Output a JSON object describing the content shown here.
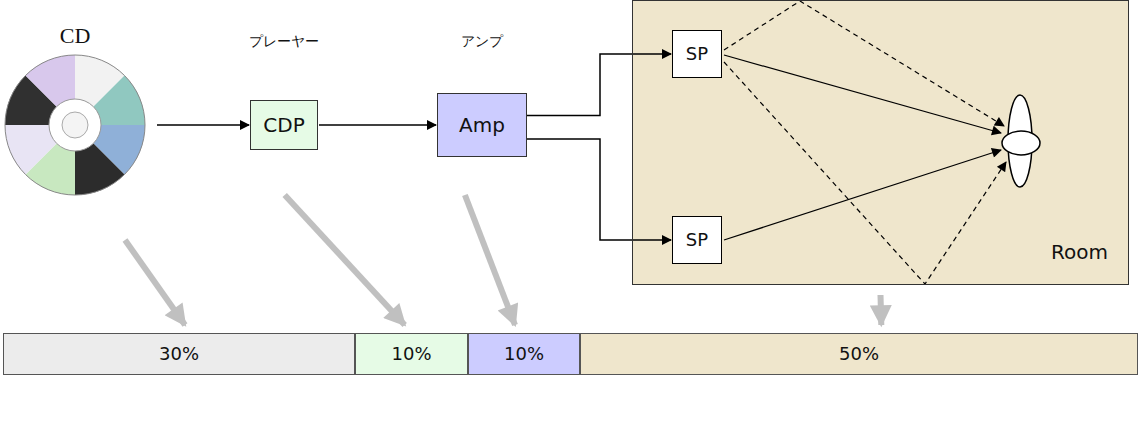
{
  "diagram": {
    "nodes": [
      {
        "text": [
          "CD"
        ]
      },
      {
        "text": [
          "プレーヤー",
          "CDP"
        ]
      },
      {
        "text": [
          "アンプ",
          "Amp"
        ]
      },
      {
        "text": [
          "Room"
        ]
      },
      {
        "text": [
          "SP"
        ],
        "in": 3
      },
      {
        "text": [
          "SP"
        ],
        "in": 3
      },
      {
        "text": [
          "30%"
        ]
      },
      {
        "text": [
          "10%"
        ]
      },
      {
        "text": [
          "10%"
        ]
      },
      {
        "text": [
          "50%"
        ]
      }
    ],
    "edges": [
      {
        "from": 0,
        "to": 1,
        "arrow": "to"
      },
      {
        "from": 1,
        "to": 2,
        "arrow": "to"
      },
      {
        "from": 2,
        "to": 4,
        "arrow": "to"
      },
      {
        "from": 2,
        "to": 5,
        "arrow": "to"
      },
      {
        "from": 0,
        "to": 6,
        "arrow": "to"
      },
      {
        "from": 1,
        "to": 7,
        "arrow": "to"
      },
      {
        "from": 2,
        "to": 8,
        "arrow": "to"
      },
      {
        "from": 3,
        "to": 9,
        "arrow": "to"
      }
    ]
  }
}
